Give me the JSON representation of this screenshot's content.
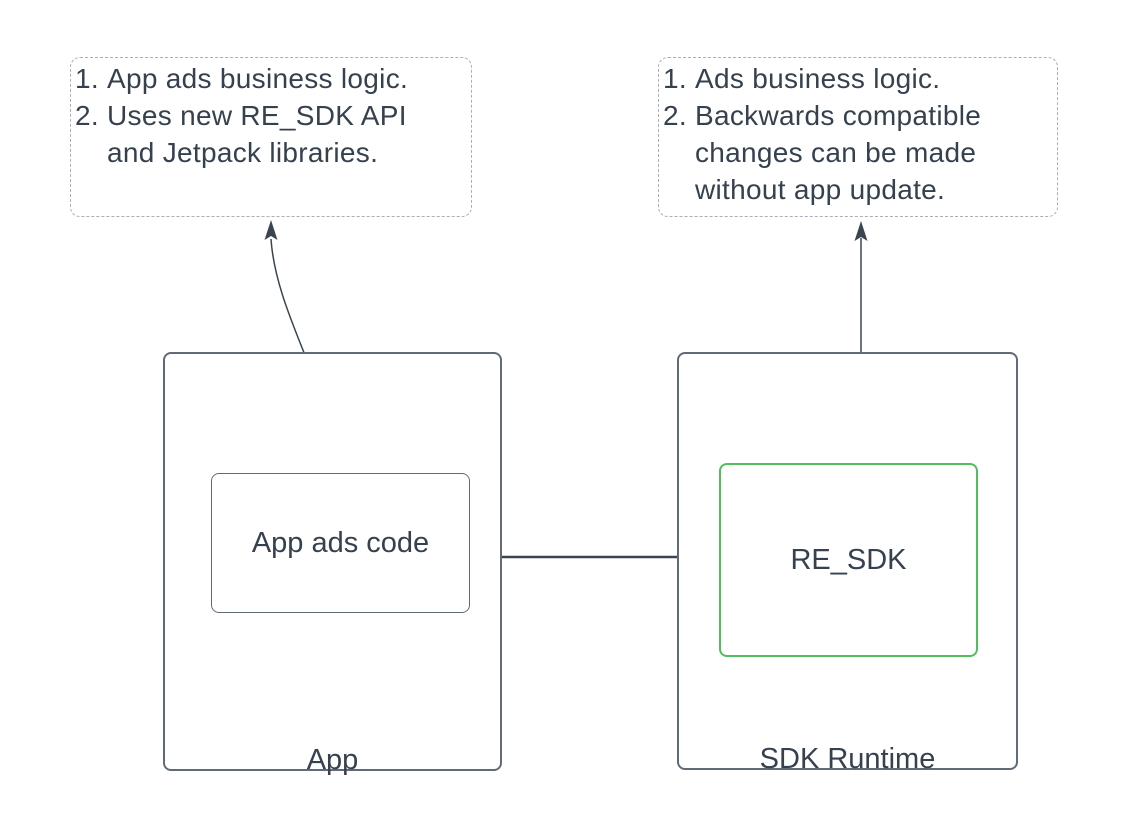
{
  "left_note": {
    "items": [
      {
        "num": "1.",
        "text": "App ads business logic."
      },
      {
        "num": "2.",
        "text": "Uses new RE_SDK API and Jetpack libraries."
      }
    ]
  },
  "right_note": {
    "items": [
      {
        "num": "1.",
        "text": "Ads business logic."
      },
      {
        "num": "2.",
        "text": "Backwards compatible changes can be made without app update."
      }
    ]
  },
  "app_container": {
    "label": "App",
    "inner_box_label": "App ads code"
  },
  "sdk_container": {
    "label": "SDK Runtime",
    "inner_box_label": "RE_SDK"
  },
  "connectors": [
    {
      "from": "App ads code",
      "to": "left note",
      "style": "curved",
      "arrowheads": "end"
    },
    {
      "from": "RE_SDK",
      "to": "right note",
      "style": "straight-vertical",
      "arrowheads": "end"
    },
    {
      "from": "App ads code",
      "to": "RE_SDK",
      "style": "straight-horizontal",
      "arrowheads": "both"
    }
  ],
  "colors": {
    "background": "#ffffff",
    "text": "#36414F",
    "box_border": "#606B77",
    "note_border": "#A7AFBA",
    "accent_green": "#4FBE5B",
    "arrow": "#3B4551"
  }
}
